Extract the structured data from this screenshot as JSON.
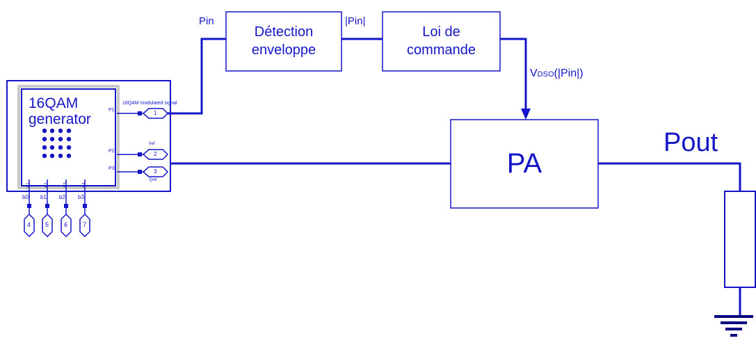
{
  "generator": {
    "title_line1": "16QAM",
    "title_line2": "generator",
    "port_P1": "P1",
    "port_P2": "P2",
    "port_P3": "P3",
    "out1_caption": "16QAM modulated signal",
    "out2_caption": "Iref",
    "out3_caption": "Qref",
    "bottom_pins": [
      "E1",
      "E2",
      "E3",
      "E4"
    ],
    "bit_labels": [
      "b0",
      "b1",
      "b2",
      "b3"
    ],
    "bit_terminals": [
      "4",
      "5",
      "6",
      "7"
    ],
    "out_terminals": [
      "1",
      "2",
      "3"
    ]
  },
  "signals": {
    "pin": "Pin",
    "abs_pin": "|Pin|",
    "vdso_main": "V",
    "vdso_sub": "DSO",
    "vdso_arg": "(|Pin|)",
    "pout": "Pout"
  },
  "blocks": {
    "detection_line1": "Détection",
    "detection_line2": "enveloppe",
    "loi_line1": "Loi de",
    "loi_line2": "commande",
    "pa": "PA"
  },
  "colors": {
    "wire": "#1515c8",
    "dark_wire": "#000080",
    "background": "#ffffff"
  }
}
